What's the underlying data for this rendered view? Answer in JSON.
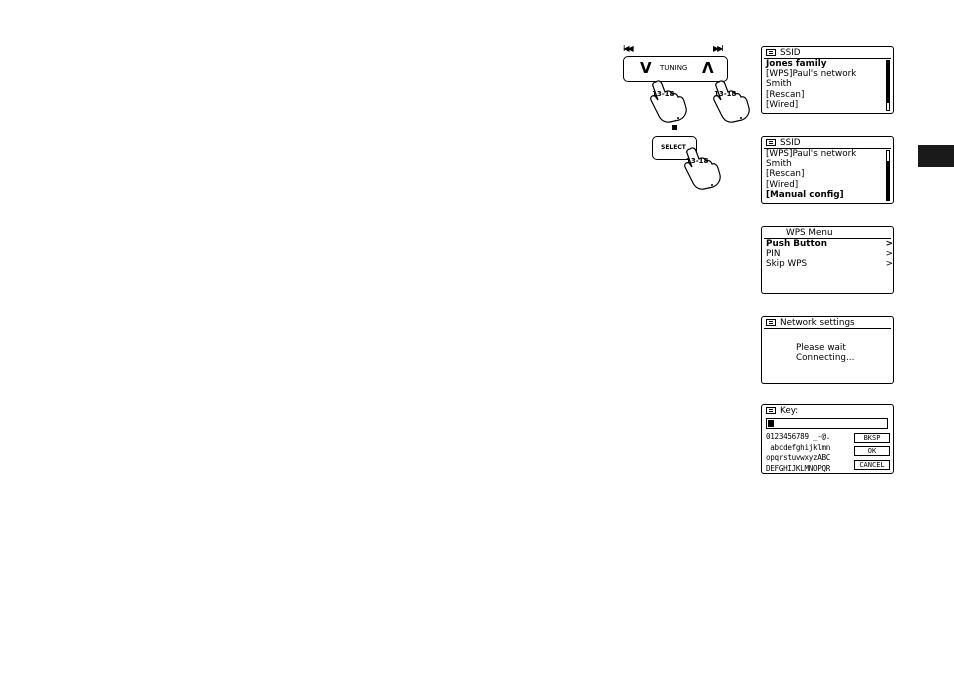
{
  "controls": {
    "tuning_label": "TUNING",
    "tuning_down_glyph": "V",
    "tuning_up_glyph": "Λ",
    "prev_glyph": "I◀◀",
    "next_glyph": "▶▶I",
    "select_label": "SELECT",
    "hand_ref": "13-18"
  },
  "screen1": {
    "title": "SSID",
    "items": [
      "Jones family",
      "[WPS]Paul's network",
      "Smith",
      "[Rescan]",
      "[Wired]"
    ],
    "selected_index": 0,
    "scroll_fraction": 0.85
  },
  "screen2": {
    "title": "SSID",
    "items": [
      "[WPS]Paul's network",
      "Smith",
      "[Rescan]",
      "[Wired]",
      "[Manual config]"
    ],
    "selected_index": 4,
    "scroll_fraction": 0.8
  },
  "screen3": {
    "title": "WPS Menu",
    "items": [
      {
        "label": "Push Button",
        "arrow": ">"
      },
      {
        "label": "PIN",
        "arrow": ">"
      },
      {
        "label": "Skip WPS",
        "arrow": ">"
      }
    ],
    "selected_index": 0
  },
  "screen4": {
    "title": "Network settings",
    "line1": "Please wait",
    "line2": "Connecting..."
  },
  "screen5": {
    "title": "Key:",
    "rows": [
      "0123456789 _-@.",
      " abcdefghijklmn",
      "opqrstuvwxyzABC",
      "DEFGHIJKLMNOPQR"
    ],
    "buttons": [
      "BKSP",
      "OK",
      "CANCEL"
    ]
  }
}
